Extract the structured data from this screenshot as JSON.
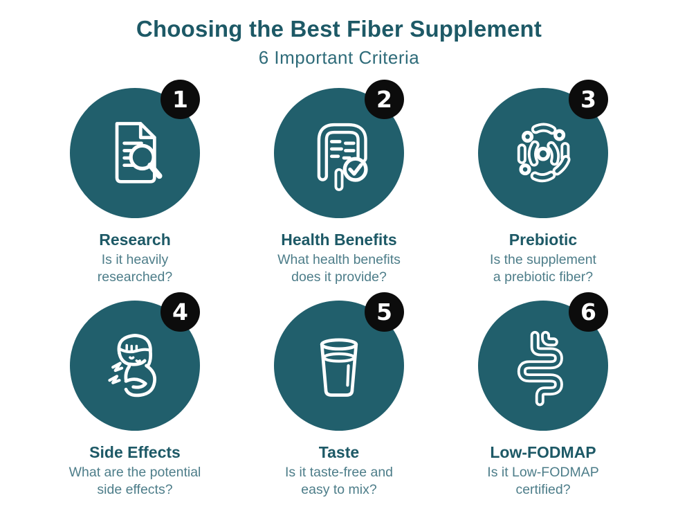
{
  "page": {
    "title": "Choosing the Best Fiber Supplement",
    "subtitle": "6 Important Criteria"
  },
  "colors": {
    "circle_teal": "#215f6c",
    "heading_teal": "#1d5966",
    "subtitle_teal": "#2e6b79",
    "description_teal": "#4d7d89",
    "badge_black": "#0c0c0c",
    "icon_white": "#ffffff",
    "background": "#ffffff"
  },
  "items": [
    {
      "number": "1",
      "title": "Research",
      "description": "Is it heavily\nresearched?",
      "icon": "document-magnifier-icon"
    },
    {
      "number": "2",
      "title": "Health Benefits",
      "description": "What health benefits\ndoes it provide?",
      "icon": "intestines-check-icon"
    },
    {
      "number": "3",
      "title": "Prebiotic",
      "description": "Is the supplement\na prebiotic fiber?",
      "icon": "bacteria-icon"
    },
    {
      "number": "4",
      "title": "Side Effects",
      "description": "What are the potential\nside effects?",
      "icon": "person-stomach-pain-icon"
    },
    {
      "number": "5",
      "title": "Taste",
      "description": "Is it taste-free and\neasy to mix?",
      "icon": "water-glass-icon"
    },
    {
      "number": "6",
      "title": "Low-FODMAP",
      "description": "Is it Low-FODMAP\ncertified?",
      "icon": "intestine-icon"
    }
  ]
}
